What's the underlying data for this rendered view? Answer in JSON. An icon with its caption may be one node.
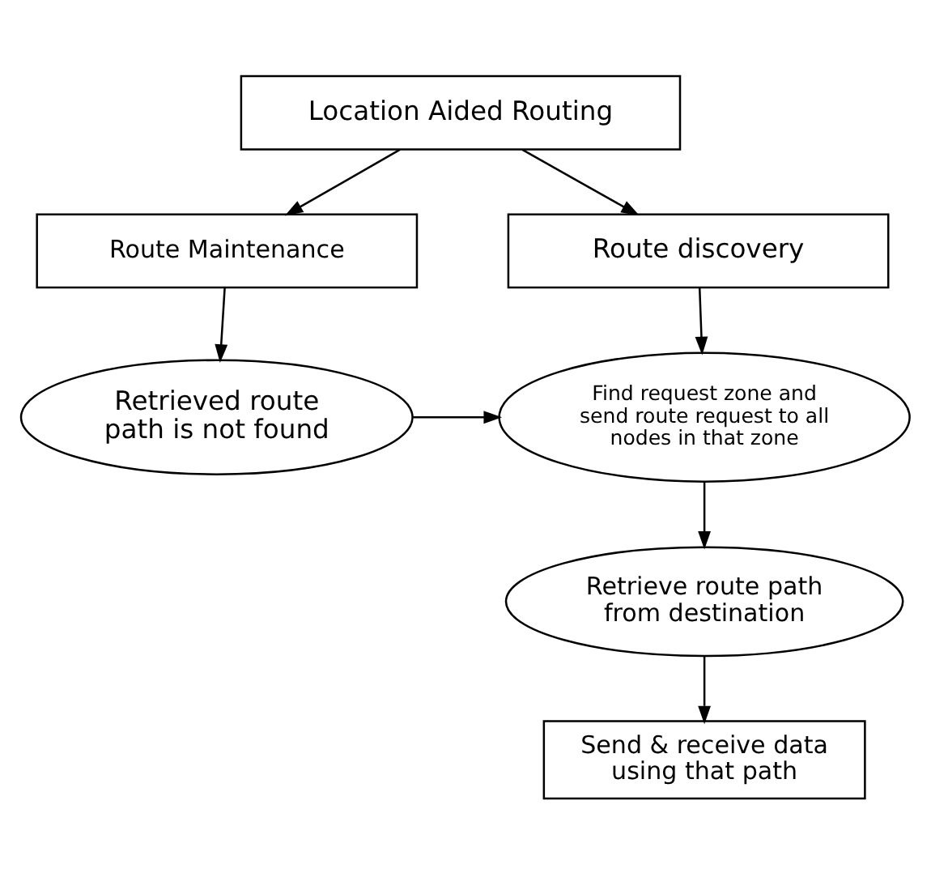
{
  "diagram": {
    "nodes": [
      {
        "text": [
          "Location Aided Routing"
        ]
      },
      {
        "text": [
          "Route discovery"
        ]
      },
      {
        "text": [
          "Route Maintenance"
        ]
      },
      {
        "text": [
          "Find request zone and send route request to all nodes in that zone"
        ]
      },
      {
        "text": [
          "Retrieved route path is not found"
        ]
      },
      {
        "text": [
          "Retrieve route path from destination"
        ]
      },
      {
        "text": [
          "Send & receive data using that path"
        ]
      }
    ],
    "edges": [
      {
        "from": 0,
        "to": 1,
        "arrow": "to"
      },
      {
        "from": 0,
        "to": 2,
        "arrow": "to"
      },
      {
        "from": 1,
        "to": 3,
        "arrow": "to"
      },
      {
        "from": 2,
        "to": 4,
        "arrow": "to"
      },
      {
        "from": 4,
        "to": 3,
        "arrow": "to"
      },
      {
        "from": 3,
        "to": 5,
        "arrow": "to"
      },
      {
        "from": 5,
        "to": 6,
        "arrow": "to"
      }
    ]
  }
}
